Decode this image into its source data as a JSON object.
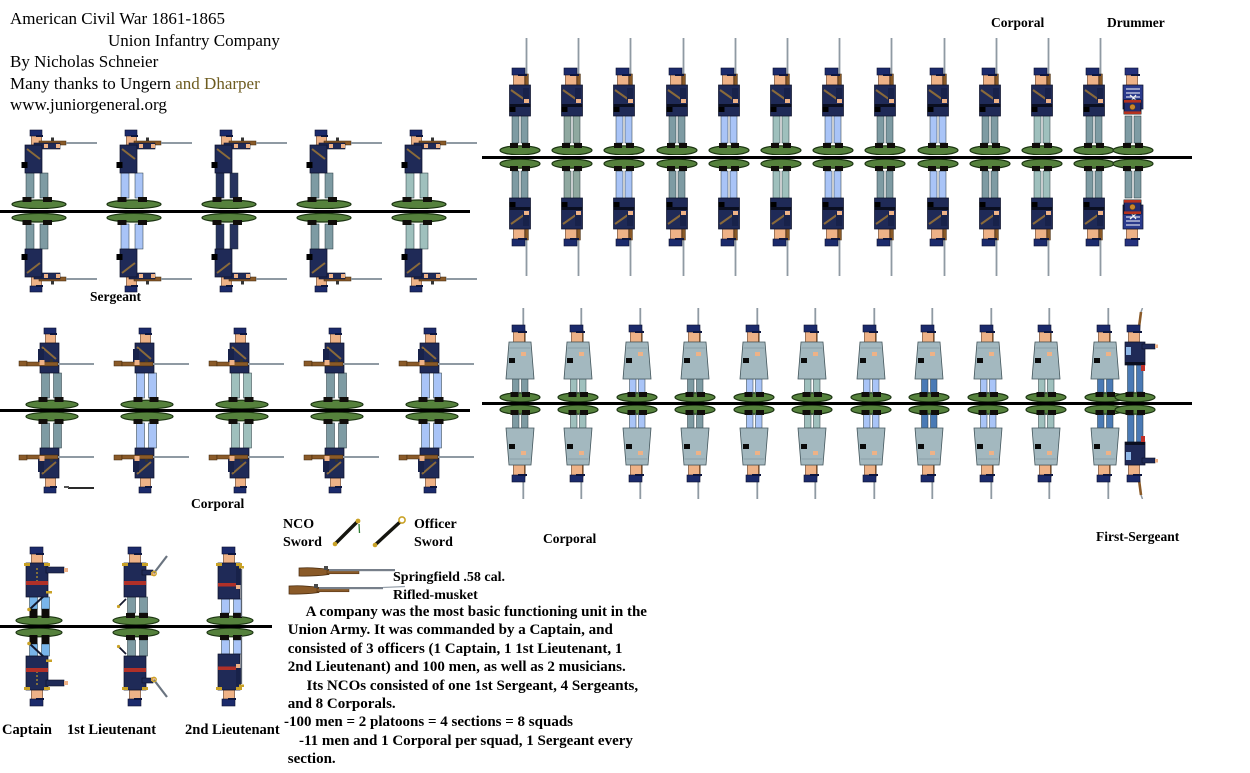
{
  "header": {
    "title": "American Civil War 1861-1865",
    "subtitle": "Union Infantry Company",
    "byline": "By Nicholas Schneier",
    "thanks_prefix": "Many thanks to Ungern ",
    "thanks_highlight": "and Dharper",
    "website": "www.juniorgeneral.org"
  },
  "labels": {
    "sergeant": "Sergeant",
    "corporal_left_group": "Corporal",
    "corporal_top_row": "Corporal",
    "drummer": "Drummer",
    "corporal_bottom_row": "Corporal",
    "first_sergeant": "First-Sergeant",
    "captain": "Captain",
    "lieutenant_1": "1st Lieutenant",
    "lieutenant_2": "2nd Lieutenant"
  },
  "legend": {
    "nco_sword_line1": "NCO",
    "nco_sword_line2": "Sword",
    "officer_sword_line1": "Officer",
    "officer_sword_line2": "Sword",
    "musket_name": "Springfield .58 cal.",
    "musket_type": "Rifled-musket"
  },
  "description": {
    "lines": [
      "      A company was the most basic functioning unit in the",
      " Union Army. It was commanded by a Captain, and",
      " consisted of 3 officers (1 Captain, 1 1st Lieutenant, 1",
      " 2nd Lieutenant) and 100 men, as well as 2 musicians.",
      "      Its NCOs consisted of one 1st Sergeant, 4 Sergeants,",
      " and 8 Corporals.",
      "-100 men = 2 platoons = 4 sections = 8 squads",
      "    -11 men and 1 Corporal per squad, 1 Sergeant every",
      " section."
    ]
  },
  "colors": {
    "credit_text": "#6e5c20",
    "coat_navy": "#1f2a57",
    "greatcoat": "#a3b8bf",
    "base_green": "#55813c",
    "musket_wood": "#8a5a28",
    "musket_barrel": "#8f9aa3",
    "gold": "#c9a227",
    "sash_red": "#b03028",
    "trouser_slate": "#7e9ba3",
    "trouser_periwinkle": "#a9c4f7",
    "trouser_navy": "#26335e",
    "trouser_teal": "#9fc0bd",
    "trouser_blue": "#4a7ab5",
    "trouser_skyblue": "#79b5ea",
    "trouser_gray": "#8fa8a0"
  },
  "groups": [
    {
      "id": "firing-row",
      "figure_type": "firing-soldier",
      "label": "Sergeant",
      "count": 5,
      "trousers": [
        "slate",
        "periwinkle",
        "navy",
        "slate",
        "teal"
      ]
    },
    {
      "id": "ready-row",
      "figure_type": "ready-soldier",
      "label": "Corporal",
      "count": 5,
      "trousers": [
        "slate",
        "periwinkle",
        "teal",
        "slate",
        "periwinkle"
      ]
    },
    {
      "id": "attention-row",
      "figure_type": "attention-soldier",
      "count": 12,
      "labels": {
        "above_left": "Corporal",
        "above_right": "Drummer"
      },
      "extra_figure": "drummer",
      "extra_trouser": "slate",
      "trousers": [
        "slate",
        "gray",
        "periwinkle",
        "slate",
        "periwinkle",
        "teal",
        "periwinkle",
        "slate",
        "periwinkle",
        "slate",
        "teal",
        "slate"
      ]
    },
    {
      "id": "greatcoat-row",
      "figure_type": "greatcoat-soldier",
      "count": 11,
      "labels": {
        "below_left": "Corporal",
        "below_right": "First-Sergeant"
      },
      "extra_figure": "first-sergeant",
      "extra_trouser": "blue",
      "trousers": [
        "slate",
        "teal",
        "periwinkle",
        "slate",
        "periwinkle",
        "teal",
        "periwinkle",
        "blue",
        "periwinkle",
        "teal",
        "blue"
      ]
    },
    {
      "id": "officer-row",
      "figure_type": "officers",
      "labels": [
        "Captain",
        "1st Lieutenant",
        "2nd Lieutenant"
      ],
      "trousers": [
        "skyblue",
        "slate",
        "periwinkle"
      ]
    }
  ]
}
